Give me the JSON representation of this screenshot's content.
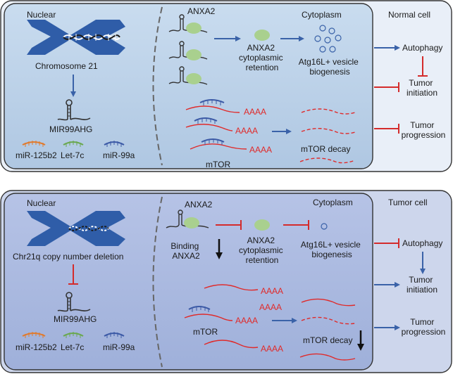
{
  "colors": {
    "panel_outer_top": "#e9eff8",
    "panel_outer_bottom": "#cdd6ec",
    "cell_top": "#bcd2e8",
    "cell_bottom": "#a9b8dd",
    "chromosome": "#2f5da8",
    "arrow_blue": "#3a62a8",
    "inhibit_red": "#d42b2b",
    "protein_green": "#a9d08e",
    "mrna_red": "#e02a2a",
    "mir_orange": "#e07b2e",
    "mir_green": "#6aa84f",
    "mir_blue": "#3c5aa6"
  },
  "normal": {
    "nuclear_label": "Nuclear",
    "chromosome_label": "Chromosome 21",
    "lncrna_label": "MIR99AHG",
    "mirnas": [
      "miR-125b2",
      "Let-7c",
      "miR-99a"
    ],
    "anxa2_label": "ANXA2",
    "retention_label": [
      "ANXA2",
      "cytoplasmic",
      "retention"
    ],
    "vesicle_label": [
      "Atg16L+ vesicle",
      "biogenesis"
    ],
    "cytoplasm_label": "Cytoplasm",
    "cell_label": "Normal cell",
    "polya": [
      "AAAA",
      "AAAA",
      "AAAA"
    ],
    "mtor_label": "mTOR",
    "decay_label": "mTOR decay",
    "outcomes": [
      "Autophagy",
      [
        "Tumor",
        "initiation"
      ],
      [
        "Tumor",
        "progression"
      ]
    ]
  },
  "tumor": {
    "nuclear_label": "Nuclear",
    "chromosome_label": "Chr21q copy number deletion",
    "lncrna_label": "MIR99AHG",
    "mirnas": [
      "miR-125b2",
      "Let-7c",
      "miR-99a"
    ],
    "anxa2_label": "ANXA2",
    "binding_label": [
      "Binding",
      "ANXA2"
    ],
    "retention_label": [
      "ANXA2",
      "cytoplasmic",
      "retention"
    ],
    "vesicle_label": [
      "Atg16L+ vesicle",
      "biogenesis"
    ],
    "cytoplasm_label": "Cytoplasm",
    "cell_label": "Tumor cell",
    "polya": [
      "AAAA",
      "AAAA",
      "AAAA",
      "AAAA"
    ],
    "mtor_label": "mTOR",
    "decay_label": "mTOR decay",
    "outcomes": [
      "Autophagy",
      [
        "Tumor",
        "initiation"
      ],
      [
        "Tumor",
        "progression"
      ]
    ]
  }
}
